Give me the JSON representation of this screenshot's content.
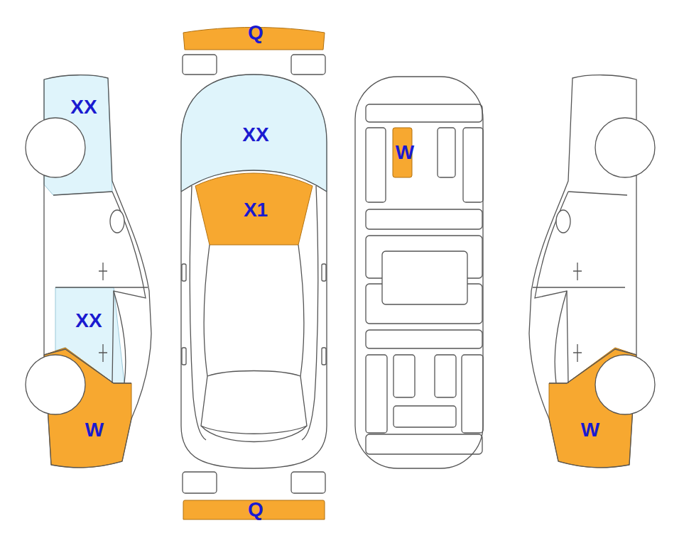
{
  "diagram": {
    "nodes": [
      {
        "text": [
          "Q"
        ]
      },
      {
        "text": [
          "XX"
        ]
      },
      {
        "text": [
          "XX"
        ]
      },
      {
        "text": [
          "W"
        ]
      },
      {
        "text": [
          "X1"
        ]
      },
      {
        "text": [
          "XX"
        ]
      },
      {
        "text": [
          "W"
        ]
      },
      {
        "text": [
          "W"
        ]
      },
      {
        "text": [
          "Q"
        ]
      }
    ]
  }
}
